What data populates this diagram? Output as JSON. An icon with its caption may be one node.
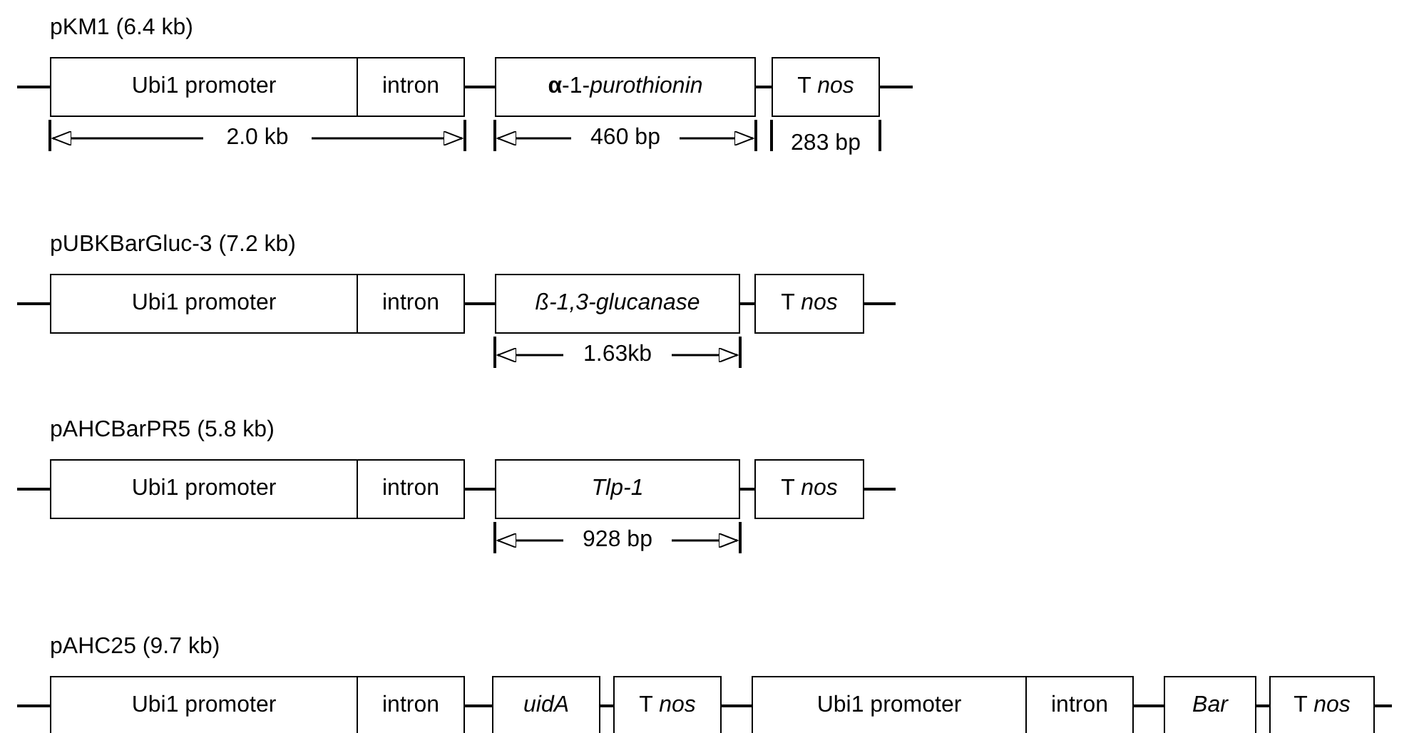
{
  "diagram": {
    "nodes": [
      {
        "text": [
          "Ubi1 promoter"
        ]
      },
      {
        "text": [
          "intron"
        ]
      },
      {
        "text": [
          "**α**-1-*purothionin*"
        ]
      },
      {
        "text": [
          "T *nos*"
        ]
      },
      {
        "text": [
          "Ubi1 promoter"
        ]
      },
      {
        "text": [
          "intron"
        ]
      },
      {
        "text": [
          "ß-1,3-glucanase"
        ]
      },
      {
        "text": [
          "T *nos*"
        ]
      },
      {
        "text": [
          "Ubi1 promoter"
        ]
      },
      {
        "text": [
          "intron"
        ]
      },
      {
        "text": [
          "Tlp-1"
        ]
      },
      {
        "text": [
          "T *nos*"
        ]
      },
      {
        "text": [
          "Ubi1 promoter"
        ]
      },
      {
        "text": [
          "intron"
        ]
      },
      {
        "text": [
          "uidA"
        ]
      },
      {
        "text": [
          "T *nos*"
        ]
      },
      {
        "text": [
          "Ubi1 promoter"
        ]
      },
      {
        "text": [
          "intron"
        ]
      },
      {
        "text": [
          "Bar"
        ]
      },
      {
        "text": [
          "T *nos*"
        ]
      }
    ],
    "edges": [
      {
        "from": null,
        "to": 0,
        "arrow": "none"
      },
      {
        "from": 1,
        "to": 2,
        "arrow": "none"
      },
      {
        "from": 2,
        "to": 3,
        "arrow": "none"
      },
      {
        "from": 3,
        "to": null,
        "arrow": "none"
      },
      {
        "from": null,
        "to": 4,
        "arrow": "none"
      },
      {
        "from": 5,
        "to": 6,
        "arrow": "none"
      },
      {
        "from": 6,
        "to": 7,
        "arrow": "none"
      },
      {
        "from": 7,
        "to": null,
        "arrow": "none"
      },
      {
        "from": null,
        "to": 8,
        "arrow": "none"
      },
      {
        "from": 9,
        "to": 10,
        "arrow": "none"
      },
      {
        "from": 10,
        "to": 11,
        "arrow": "none"
      },
      {
        "from": 11,
        "to": null,
        "arrow": "none"
      },
      {
        "from": null,
        "to": 12,
        "arrow": "none"
      },
      {
        "from": 13,
        "to": 14,
        "arrow": "none"
      },
      {
        "from": 14,
        "to": 15,
        "arrow": "none"
      },
      {
        "from": 15,
        "to": 16,
        "arrow": "none"
      },
      {
        "from": 17,
        "to": 18,
        "arrow": "none"
      },
      {
        "from": 18,
        "to": 19,
        "arrow": "none"
      },
      {
        "from": 19,
        "to": null,
        "arrow": "none"
      }
    ],
    "labels": [
      "pKM1 (6.4 kb)",
      "2.0 kb",
      "460 bp",
      "283 bp",
      "pUBKBarGluc-3 (7.2 kb)",
      "1.63kb",
      "pAHCBarPR5 (5.8 kb)",
      "928 bp",
      "pAHC25 (9.7 kb)"
    ]
  }
}
